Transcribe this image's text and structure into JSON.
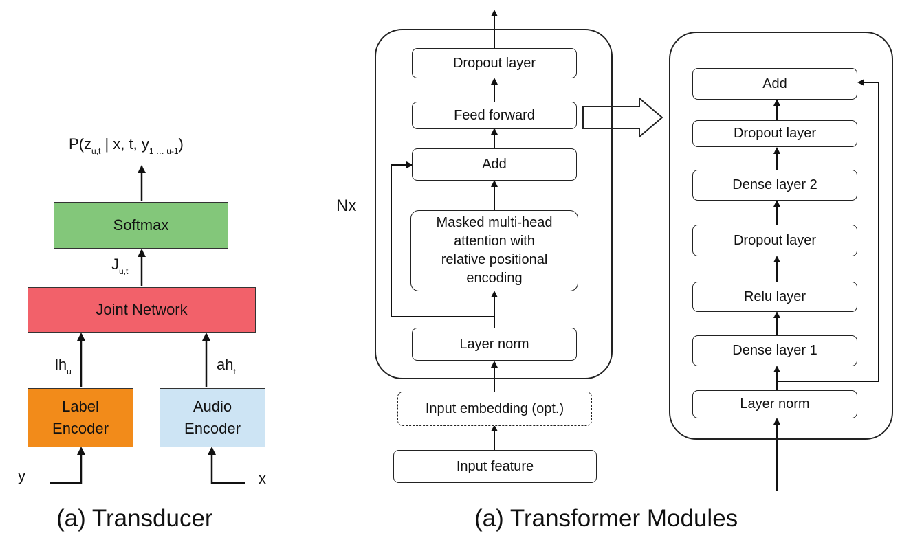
{
  "transducer": {
    "output_prob": {
      "main": "P(z",
      "sub_zut": "u,t",
      "mid": " | x, t,  y",
      "sub_y": "1 … u-1",
      "close": ")"
    },
    "softmax": "Softmax",
    "joint_output": {
      "main": "J",
      "sub": "u,t"
    },
    "joint_network": "Joint Network",
    "label_hidden": {
      "main": "lh",
      "sub": "u"
    },
    "audio_hidden": {
      "main": "ah",
      "sub": "t"
    },
    "label_encoder": {
      "line1": "Label",
      "line2": "Encoder"
    },
    "audio_encoder": {
      "line1": "Audio",
      "line2": "Encoder"
    },
    "input_y": "y",
    "input_x": "x",
    "caption": "(a) Transducer",
    "colors": {
      "softmax": "#83c77a",
      "joint": "#f2616a",
      "label_encoder": "#f28b1a",
      "audio_encoder": "#cde4f4"
    }
  },
  "transformer": {
    "repeat_label": "Nx",
    "blocks": {
      "dropout": "Dropout layer",
      "feed_forward": "Feed forward",
      "add": "Add",
      "attention": [
        "Masked multi-head",
        "attention with",
        "relative positional",
        "encoding"
      ],
      "layer_norm": "Layer norm",
      "input_embedding": "Input embedding (opt.)",
      "input_feature": "Input feature"
    },
    "feed_forward_detail": {
      "add": "Add",
      "dropout_2": "Dropout layer",
      "dense_2": "Dense layer 2",
      "dropout_1": "Dropout layer",
      "relu": "Relu layer",
      "dense_1": "Dense layer 1",
      "layer_norm": "Layer norm"
    },
    "caption": "(a) Transformer Modules"
  }
}
